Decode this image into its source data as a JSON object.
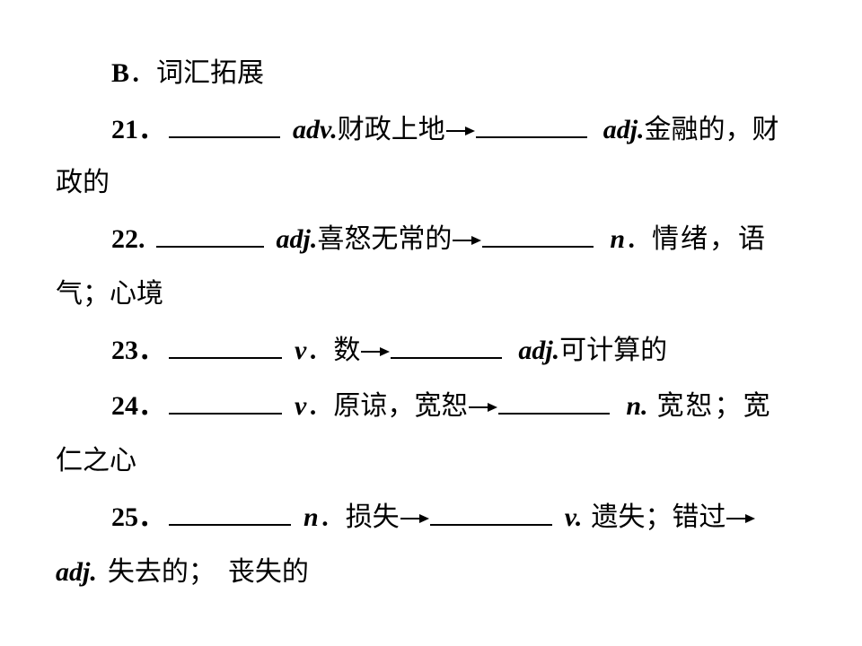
{
  "section": {
    "label": "B",
    "sep": "．",
    "title": "词汇拓展"
  },
  "items": [
    {
      "num": "21．",
      "pos1": "adv.",
      "def1": "财政上地",
      "pos2": "adj.",
      "def2a": "金融的，财",
      "def2b": "政的"
    },
    {
      "num": "22.",
      "pos1": "adj.",
      "def1": "喜怒无常的",
      "pos2": "n",
      "sep2": "．",
      "def2a": "情绪，语",
      "def2b": "气；心境"
    },
    {
      "num": "23．",
      "pos1": "v",
      "sep1": "．",
      "def1": "数",
      "pos2": "adj.",
      "def2a": "可计算的"
    },
    {
      "num": "24．",
      "pos1": "v",
      "sep1": "．",
      "def1": "原谅，宽恕",
      "pos2": "n.",
      "def2a": "宽恕；宽",
      "def2b": "仁之心"
    },
    {
      "num": "25．",
      "pos1": "n",
      "sep1": "．",
      "def1": "损失",
      "pos2": "v.",
      "def2a": "遗失；错过",
      "pos3": "adj.",
      "def3a": "失去的；",
      "def3b": "丧失的"
    }
  ]
}
